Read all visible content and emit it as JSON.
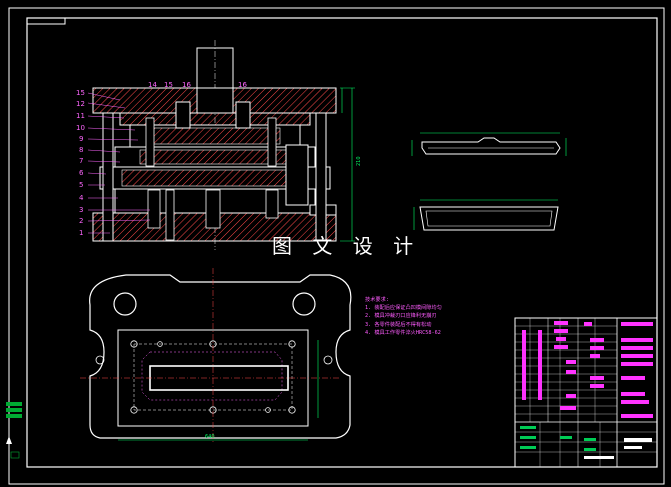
{
  "watermark": "图 文 设 计",
  "part_labels": [
    "15",
    "12",
    "11",
    "10",
    "9",
    "8",
    "7",
    "6",
    "5",
    "4",
    "3",
    "2",
    "1"
  ],
  "top_labels": [
    "14",
    "15",
    "16",
    "16"
  ],
  "notes": {
    "title": "技术要求:",
    "lines": [
      "1. 装配后应保证凸凹模间隙均匀",
      "2. 模具冲裁刃口应锋利无崩刃",
      "3. 各零件装配后不得有松动",
      "4. 模具工作零件淬火HRC58-62"
    ]
  },
  "dimensions": {
    "overall_width": "640",
    "height": "210"
  },
  "colors": {
    "background": "#000000",
    "lines": "#ffffff",
    "labels": "#ff66ff",
    "dims": "#00ff66",
    "hatch": "#ff4a4a"
  }
}
